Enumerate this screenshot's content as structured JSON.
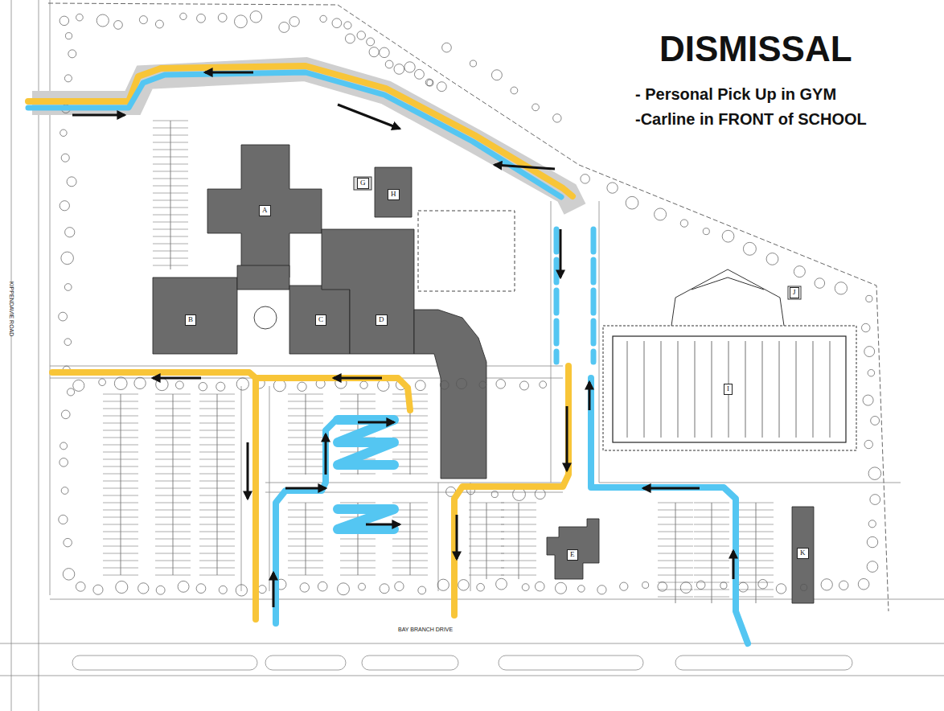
{
  "diagram": {
    "title": "DISMISSAL",
    "nodes": [
      {
        "text": [
          "A"
        ]
      },
      {
        "text": [
          "B"
        ]
      },
      {
        "text": [
          "C"
        ]
      },
      {
        "text": [
          "D"
        ]
      },
      {
        "text": [
          "G"
        ]
      },
      {
        "text": [
          "H"
        ]
      },
      {
        "text": [
          "I"
        ]
      },
      {
        "text": [
          "J"
        ]
      },
      {
        "text": [
          "E"
        ]
      },
      {
        "text": [
          "K"
        ]
      }
    ],
    "labels": [
      "- Personal Pick Up in GYM",
      "-Carline in FRONT of SCHOOL",
      "BAY BRANCH DRIVE",
      "KIPPENDAVIE ROAD"
    ]
  }
}
